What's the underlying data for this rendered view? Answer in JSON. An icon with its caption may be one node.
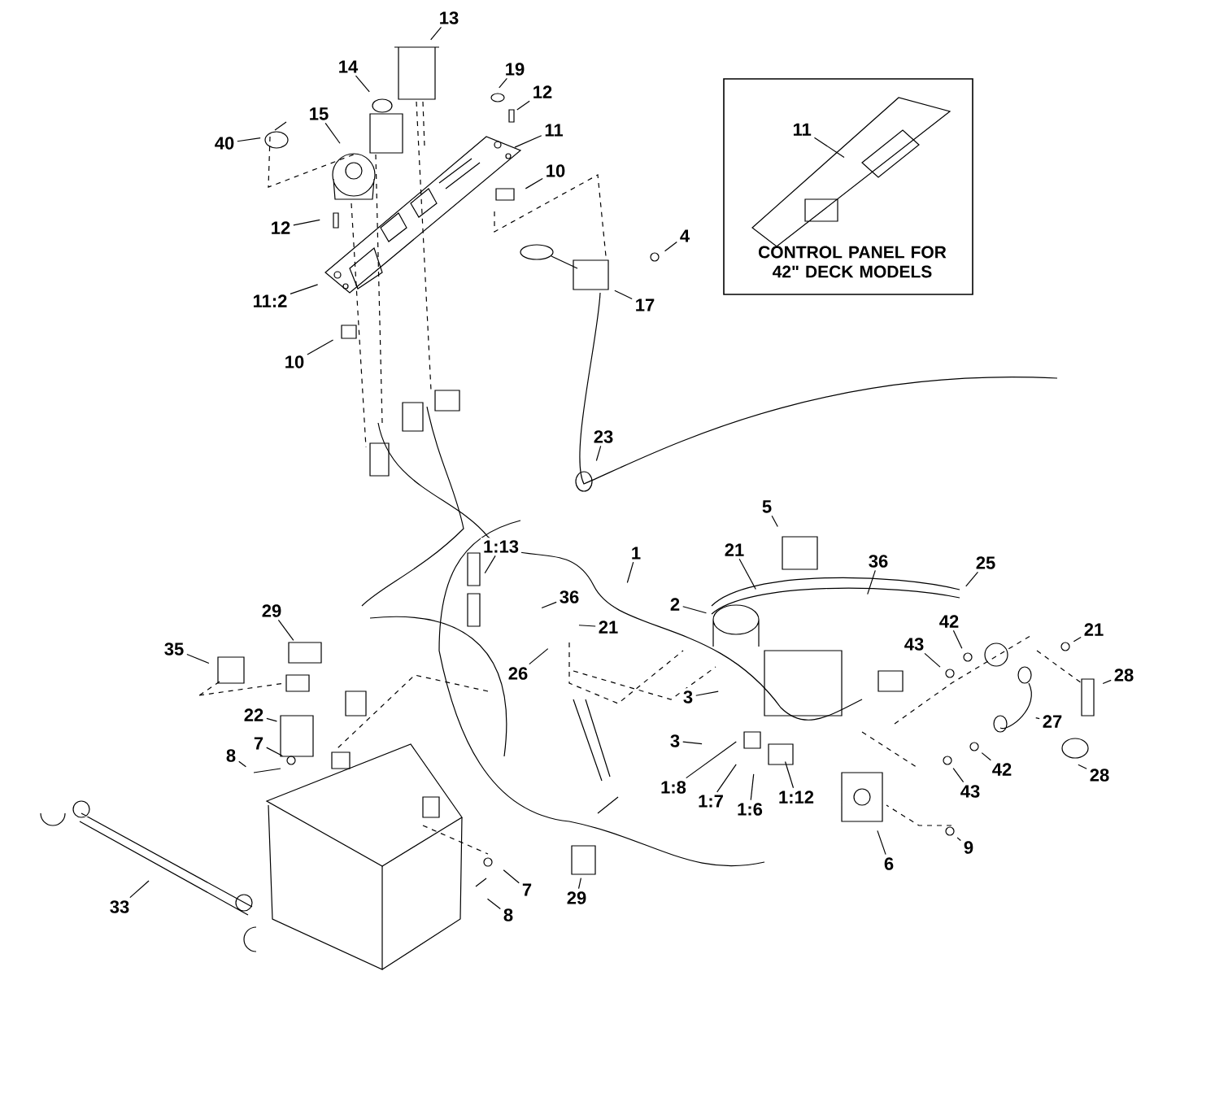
{
  "diagram": {
    "nodes": [
      {
        "text": [
          "CONTROL PANEL FOR 42\" DECK MODELS"
        ]
      },
      {
        "text": [
          "11"
        ],
        "in": 0
      },
      {
        "text": [
          "13"
        ]
      },
      {
        "text": [
          "14"
        ]
      },
      {
        "text": [
          "19"
        ]
      },
      {
        "text": [
          "12"
        ]
      },
      {
        "text": [
          "15"
        ]
      },
      {
        "text": [
          "11"
        ]
      },
      {
        "text": [
          "40"
        ]
      },
      {
        "text": [
          "10"
        ]
      },
      {
        "text": [
          "12"
        ]
      },
      {
        "text": [
          "4"
        ]
      },
      {
        "text": [
          "11:2"
        ]
      },
      {
        "text": [
          "17"
        ]
      },
      {
        "text": [
          "10"
        ]
      },
      {
        "text": [
          "23"
        ]
      },
      {
        "text": [
          "5"
        ]
      },
      {
        "text": [
          "1:13"
        ]
      },
      {
        "text": [
          "21"
        ]
      },
      {
        "text": [
          "1"
        ]
      },
      {
        "text": [
          "36"
        ]
      },
      {
        "text": [
          "25"
        ]
      },
      {
        "text": [
          "2"
        ]
      },
      {
        "text": [
          "36"
        ]
      },
      {
        "text": [
          "29"
        ]
      },
      {
        "text": [
          "21"
        ]
      },
      {
        "text": [
          "42"
        ]
      },
      {
        "text": [
          "21"
        ]
      },
      {
        "text": [
          "43"
        ]
      },
      {
        "text": [
          "35"
        ]
      },
      {
        "text": [
          "26"
        ]
      },
      {
        "text": [
          "28"
        ]
      },
      {
        "text": [
          "3"
        ]
      },
      {
        "text": [
          "22"
        ]
      },
      {
        "text": [
          "27"
        ]
      },
      {
        "text": [
          "3"
        ]
      },
      {
        "text": [
          "7"
        ]
      },
      {
        "text": [
          "8"
        ]
      },
      {
        "text": [
          "42"
        ]
      },
      {
        "text": [
          "28"
        ]
      },
      {
        "text": [
          "1:8"
        ]
      },
      {
        "text": [
          "43"
        ]
      },
      {
        "text": [
          "1:12"
        ]
      },
      {
        "text": [
          "1:7"
        ]
      },
      {
        "text": [
          "1:6"
        ]
      },
      {
        "text": [
          "9"
        ]
      },
      {
        "text": [
          "6"
        ]
      },
      {
        "text": [
          "29"
        ]
      },
      {
        "text": [
          "7"
        ]
      },
      {
        "text": [
          "33"
        ]
      },
      {
        "text": [
          "8"
        ]
      }
    ],
    "edges": [
      {
        "from": 1,
        "to": null,
        "arrow": "none"
      },
      {
        "from": 2,
        "to": null,
        "arrow": "none"
      },
      {
        "from": 3,
        "to": null,
        "arrow": "none"
      },
      {
        "from": 4,
        "to": null,
        "arrow": "none"
      },
      {
        "from": 5,
        "to": null,
        "arrow": "none"
      },
      {
        "from": 6,
        "to": null,
        "arrow": "none"
      },
      {
        "from": 7,
        "to": null,
        "arrow": "none"
      },
      {
        "from": 8,
        "to": null,
        "arrow": "none"
      },
      {
        "from": 9,
        "to": null,
        "arrow": "none"
      },
      {
        "from": 10,
        "to": null,
        "arrow": "none"
      },
      {
        "from": 11,
        "to": null,
        "arrow": "none"
      },
      {
        "from": 12,
        "to": null,
        "arrow": "none"
      },
      {
        "from": 13,
        "to": null,
        "arrow": "none"
      },
      {
        "from": 14,
        "to": null,
        "arrow": "none"
      },
      {
        "from": 15,
        "to": null,
        "arrow": "none"
      },
      {
        "from": 16,
        "to": null,
        "arrow": "none"
      },
      {
        "from": 17,
        "to": null,
        "arrow": "none"
      },
      {
        "from": 18,
        "to": null,
        "arrow": "none"
      },
      {
        "from": 19,
        "to": null,
        "arrow": "none"
      },
      {
        "from": 20,
        "to": null,
        "arrow": "none"
      },
      {
        "from": 21,
        "to": null,
        "arrow": "none"
      },
      {
        "from": 22,
        "to": null,
        "arrow": "none"
      },
      {
        "from": 23,
        "to": null,
        "arrow": "none"
      },
      {
        "from": 24,
        "to": null,
        "arrow": "none"
      },
      {
        "from": 25,
        "to": null,
        "arrow": "none"
      },
      {
        "from": 26,
        "to": null,
        "arrow": "none"
      },
      {
        "from": 27,
        "to": null,
        "arrow": "none"
      },
      {
        "from": 28,
        "to": null,
        "arrow": "none"
      },
      {
        "from": 29,
        "to": null,
        "arrow": "none"
      },
      {
        "from": 30,
        "to": null,
        "arrow": "none"
      },
      {
        "from": 31,
        "to": null,
        "arrow": "none"
      },
      {
        "from": 32,
        "to": null,
        "arrow": "none"
      },
      {
        "from": 33,
        "to": null,
        "arrow": "none"
      },
      {
        "from": 34,
        "to": null,
        "arrow": "none"
      },
      {
        "from": 35,
        "to": null,
        "arrow": "none"
      },
      {
        "from": 36,
        "to": null,
        "arrow": "none"
      },
      {
        "from": 37,
        "to": null,
        "arrow": "none"
      },
      {
        "from": 38,
        "to": null,
        "arrow": "none"
      },
      {
        "from": 39,
        "to": null,
        "arrow": "none"
      },
      {
        "from": 40,
        "to": null,
        "arrow": "none"
      },
      {
        "from": 41,
        "to": null,
        "arrow": "none"
      },
      {
        "from": 42,
        "to": null,
        "arrow": "none"
      },
      {
        "from": 43,
        "to": null,
        "arrow": "none"
      },
      {
        "from": 44,
        "to": null,
        "arrow": "none"
      },
      {
        "from": 45,
        "to": null,
        "arrow": "none"
      },
      {
        "from": 46,
        "to": null,
        "arrow": "none"
      },
      {
        "from": 47,
        "to": null,
        "arrow": "none"
      },
      {
        "from": 48,
        "to": null,
        "arrow": "none"
      },
      {
        "from": 49,
        "to": null,
        "arrow": "none"
      },
      {
        "from": 50,
        "to": null,
        "arrow": "none"
      }
    ]
  }
}
